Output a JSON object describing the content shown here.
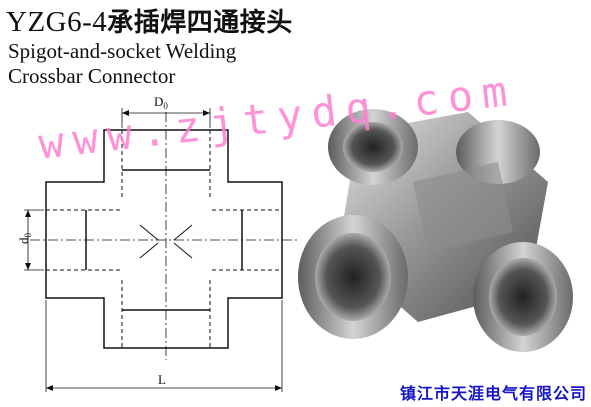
{
  "title": {
    "model": "YZG6-4",
    "name_cn": "承插焊四通接头"
  },
  "subtitle": {
    "line1": "Spigot-and-socket Welding",
    "line2": "Crossbar Connector"
  },
  "dimensions": {
    "d0_upper": "D",
    "d0_upper_sub": "0",
    "d0_lower": "d",
    "d0_lower_sub": "0",
    "length": "L"
  },
  "watermark": "www.zjtydq.com",
  "company": "镇江市天涯电气有限公司",
  "colors": {
    "watermark": "#ff7fd0",
    "company": "#1616c8",
    "line": "#111111"
  }
}
